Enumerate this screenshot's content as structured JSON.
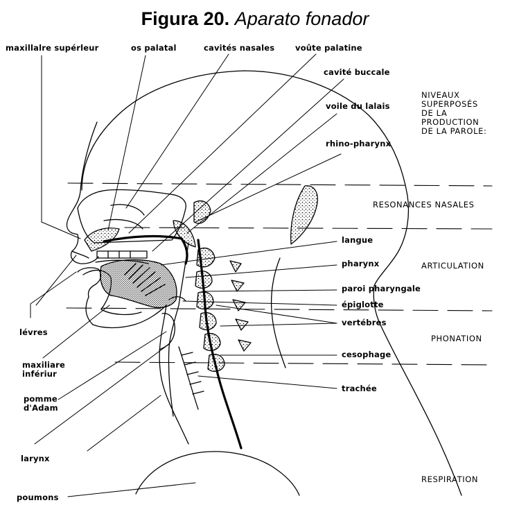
{
  "title": {
    "number": "Figura 20.",
    "text": "Aparato fonador"
  },
  "labels": {
    "maxillaire_superieur": "maxillalre supérleur",
    "os_palatal": "os palatal",
    "cavites_nasales": "cavités nasales",
    "voute_palatine": "voûte palatine",
    "cavite_buccale": "cavité buccale",
    "voile_du_palais": "voile du lalais",
    "rhino_pharynx": "rhino-pharynx",
    "langue": "langue",
    "pharynx": "pharynx",
    "paroi_pharyngale": "paroi pharyngale",
    "epiglotte": "épiglotte",
    "vertebres": "vertébres",
    "oesophage": "cesophage",
    "trachee": "trachée",
    "levres": "lévres",
    "maxillaire_inferieur": "maxiliare\ninfériur",
    "pomme_adam": "pomme\nd'Adam",
    "larynx": "larynx",
    "poumons": "poumons"
  },
  "levels": {
    "heading": "NIVEAUX\nSUPERPOSÉS\nDE LA\nPRODUCTION\nDE LA PAROLE:",
    "resonances": "RESONANCES NASALES",
    "articulation": "ARTICULATION",
    "phonation": "PHONATION",
    "respiration": "RESPIRATION"
  }
}
